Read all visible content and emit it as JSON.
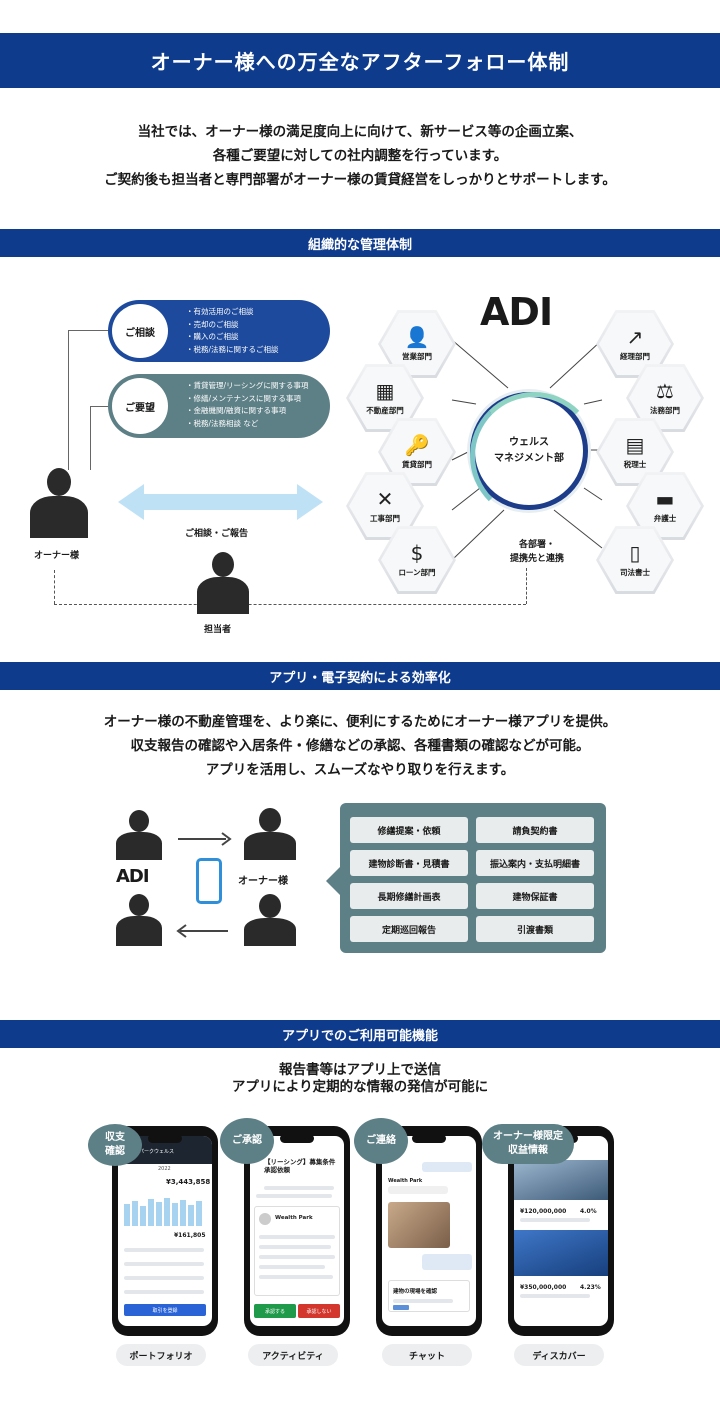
{
  "header": {
    "title": "オーナー様への万全なアフターフォロー体制"
  },
  "intro": {
    "lines": [
      "当社では、オーナー様の満足度向上に向けて、新サービス等の企画立案、",
      "各種ご要望に対しての社内調整を行っています。",
      "ご契約後も担当者と専門部署がオーナー様の賃貸経営をしっかりとサポートします。"
    ]
  },
  "org": {
    "section_title": "組織的な管理体制",
    "consult": {
      "label": "ご相談",
      "items": [
        "有効活用のご相談",
        "売却のご相談",
        "購入のご相談",
        "税務/法務に関するご相談"
      ]
    },
    "request": {
      "label": "ご要望",
      "items": [
        "賃貸管理/リーシングに関する事項",
        "修繕/メンテナンスに関する事項",
        "金融機関/融資に関する事項",
        "税務/法務相談 など"
      ]
    },
    "owner_label": "オーナー様",
    "arrow_label": "ご相談・ご報告",
    "staff_label": "担当者",
    "logo": "ADI",
    "center": {
      "line1": "ウェルス",
      "line2": "マネジメント部"
    },
    "partners_label_1": "各部署・",
    "partners_label_2": "提携先と連携",
    "departments_left": [
      {
        "name": "営業部門",
        "icon": "person-icon",
        "glyph": "👤"
      },
      {
        "name": "不動産部門",
        "icon": "building-icon",
        "glyph": "▦"
      },
      {
        "name": "賃貸部門",
        "icon": "key-icon",
        "glyph": "🔑"
      },
      {
        "name": "工事部門",
        "icon": "tools-icon",
        "glyph": "✕"
      },
      {
        "name": "ローン部門",
        "icon": "money-icon",
        "glyph": "$"
      }
    ],
    "departments_right": [
      {
        "name": "経理部門",
        "icon": "chart-icon",
        "glyph": "↗"
      },
      {
        "name": "法務部門",
        "icon": "scales-icon",
        "glyph": "⚖"
      },
      {
        "name": "税理士",
        "icon": "calculator-icon",
        "glyph": "▤"
      },
      {
        "name": "弁護士",
        "icon": "gavel-icon",
        "glyph": "▬"
      },
      {
        "name": "司法書士",
        "icon": "document-icon",
        "glyph": "▯"
      }
    ]
  },
  "app": {
    "section_title": "アプリ・電子契約による効率化",
    "lines": [
      "オーナー様の不動産管理を、より楽に、便利にするためにオーナー様アプリを提供。",
      "収支報告の確認や入居条件・修繕などの承認、各種書類の確認などが可能。",
      "アプリを活用し、スムーズなやり取りを行えます。"
    ],
    "logo": "ADI",
    "owner_label": "オーナー様",
    "documents": [
      "修繕提案・依頼",
      "請負契約書",
      "建物診断書・見積書",
      "振込案内・支払明細書",
      "長期修繕計画表",
      "建物保証書",
      "定期巡回報告",
      "引渡書類"
    ]
  },
  "features": {
    "section_title": "アプリでのご利用可能機能",
    "lead_1": "報告書等はアプリ上で送信",
    "lead_2": "アプリにより定期的な情報の発信が可能に",
    "items": [
      {
        "tag_1": "収支",
        "tag_2": "確認",
        "label": "ポートフォリオ"
      },
      {
        "tag_1": "ご承認",
        "tag_2": "",
        "label": "アクティビティ"
      },
      {
        "tag_1": "ご連絡",
        "tag_2": "",
        "label": "チャット"
      },
      {
        "tag_1": "オーナー様限定",
        "tag_2": "収益情報",
        "label": "ディスカバー"
      }
    ],
    "screens": {
      "portfolio_title": "富士見パークウェルス",
      "portfolio_year": "2022",
      "portfolio_amount_1": "¥3,443,858",
      "portfolio_amount_2": "¥161,805",
      "portfolio_button": "取引を登録",
      "activity_title": "【リーシング】募集条件承認依頼",
      "activity_company": "Wealth Park",
      "activity_approve": "承認する",
      "activity_reject": "承認しない",
      "chat_sender": "Wealth Park",
      "chat_card_title": "建物の現場を確認",
      "discover_price_1": "¥120,000,000",
      "discover_yield_1": "4.0%",
      "discover_price_2": "¥350,000,000",
      "discover_yield_2": "4.23%"
    }
  },
  "colors": {
    "navy": "#0e3b8c",
    "teal": "#5d7f86",
    "light_blue": "#a8d3f0"
  }
}
